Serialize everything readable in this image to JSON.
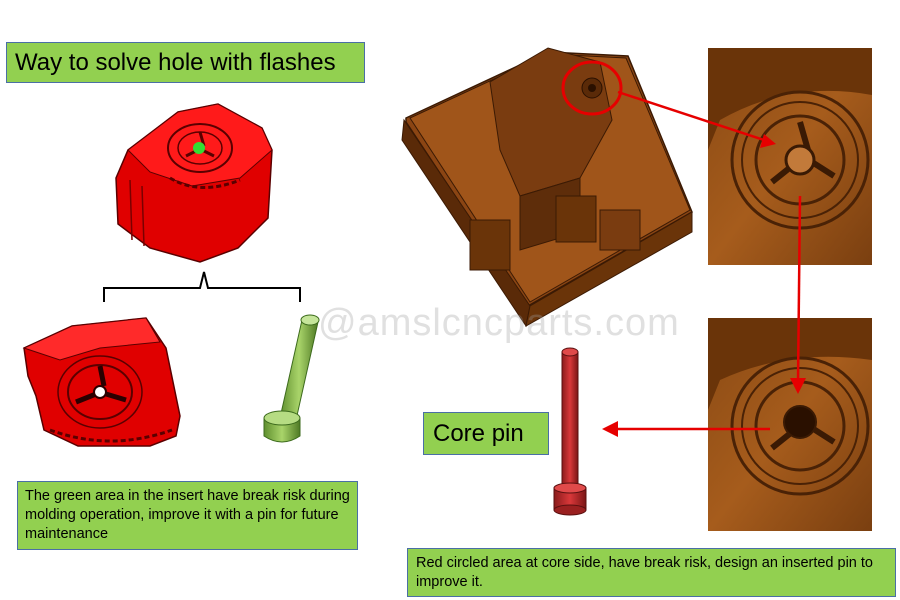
{
  "title": "Way to solve hole with flashes",
  "core_pin_label": "Core pin",
  "note_left": "The green area in the insert have break risk during molding operation, improve it with a pin for future maintenance",
  "note_right": "Red circled area at core side, have break risk, design an inserted pin to improve it.",
  "watermark": "@amslcncparts.com",
  "colors": {
    "label_green": "#92d050",
    "insert_red": "#ff0000",
    "pin_green": "#8cc152",
    "mold_brown": "#8b4513",
    "arrow_red": "#e60000",
    "core_pin_red": "#c0282a"
  }
}
